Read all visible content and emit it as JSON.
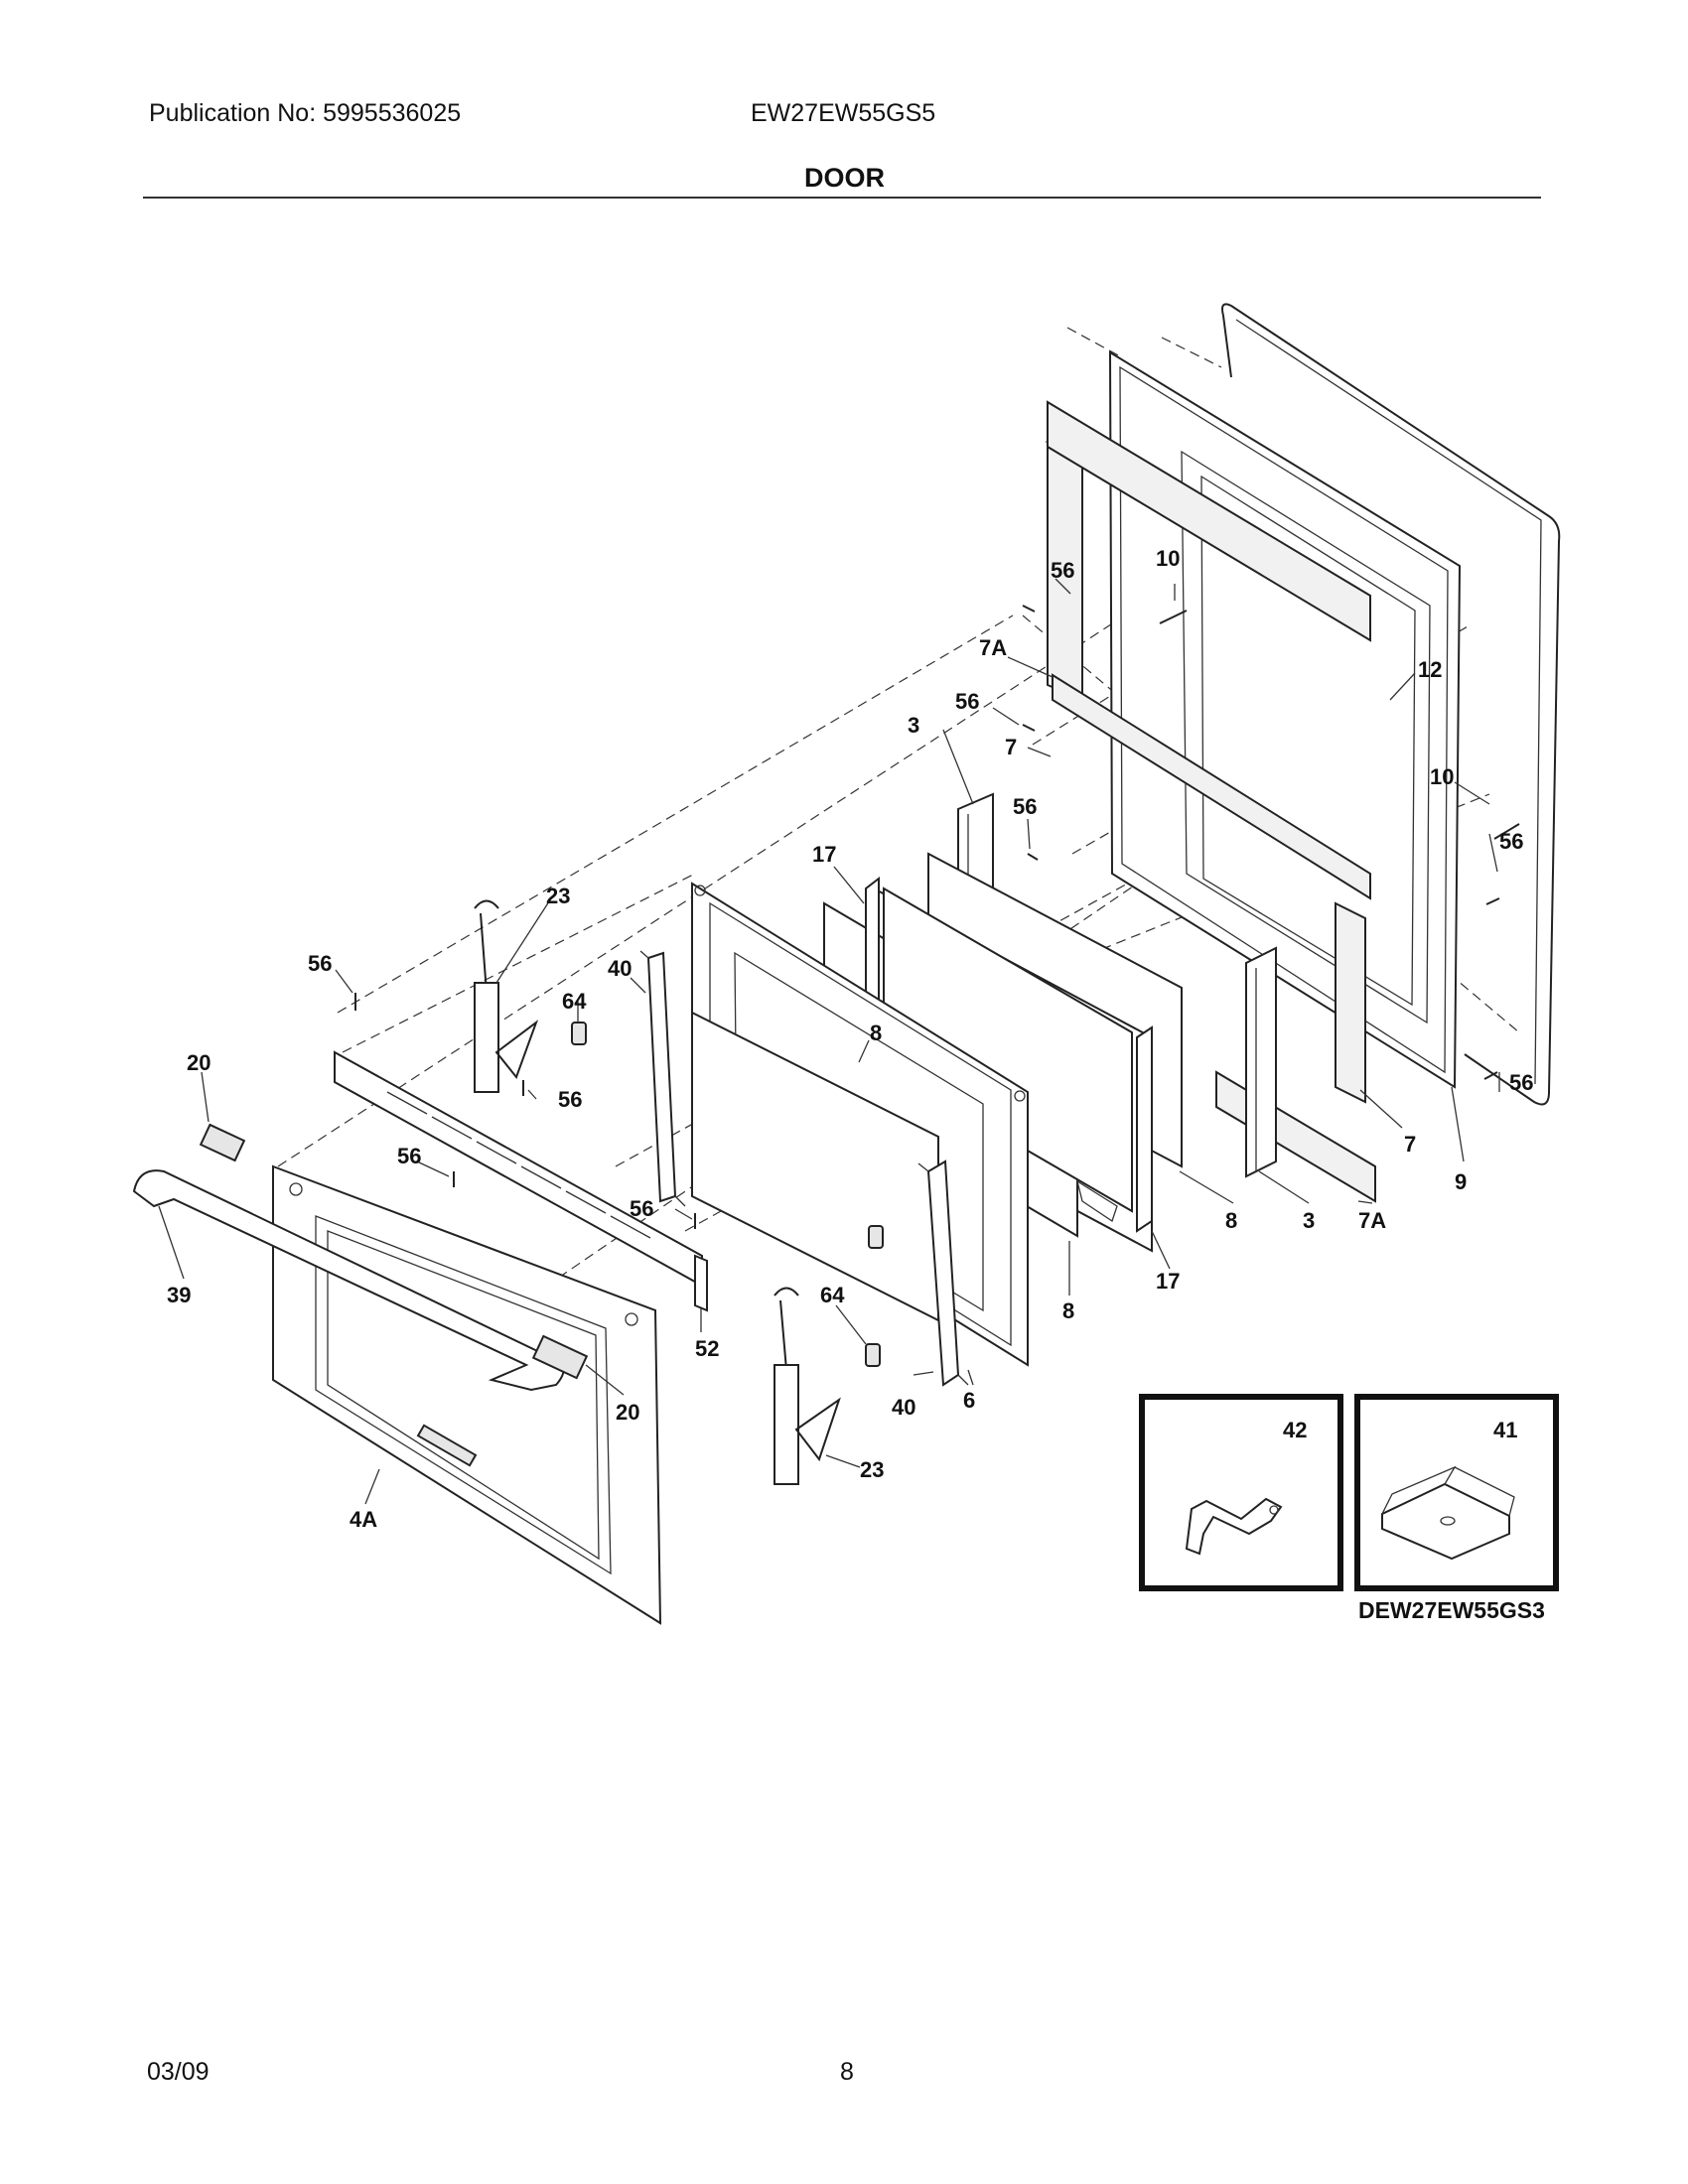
{
  "header": {
    "publication": "Publication No: 5995536025",
    "model": "EW27EW55GS5",
    "section_title": "DOOR"
  },
  "footer": {
    "date": "03/09",
    "page": "8"
  },
  "callouts": {
    "c56_top": "56",
    "c10_top": "10",
    "c7A_top": "7A",
    "c12": "12",
    "c56_b": "56",
    "c3_top": "3",
    "c7_top": "7",
    "c56_c": "56",
    "c10_right": "10",
    "c56_right": "56",
    "c17_top": "17",
    "c23_top": "23",
    "c56_left": "56",
    "c40_top": "40",
    "c64_top": "64",
    "c20_left": "20",
    "c8_mid": "8",
    "c56_d": "56",
    "c56_e": "56",
    "c56_f": "56",
    "c56_right_low": "56",
    "c7_right": "7",
    "c9": "9",
    "c8_right": "8",
    "c3_right": "3",
    "c7A_right": "7A",
    "c17_low": "17",
    "c39": "39",
    "c64_low": "64",
    "c8_low": "8",
    "c52": "52",
    "c20_right": "20",
    "c40_low": "40",
    "c6": "6",
    "c23_low": "23",
    "c4A": "4A"
  },
  "inset": {
    "left_label": "42",
    "right_label": "41",
    "code": "DEW27EW55GS3"
  }
}
